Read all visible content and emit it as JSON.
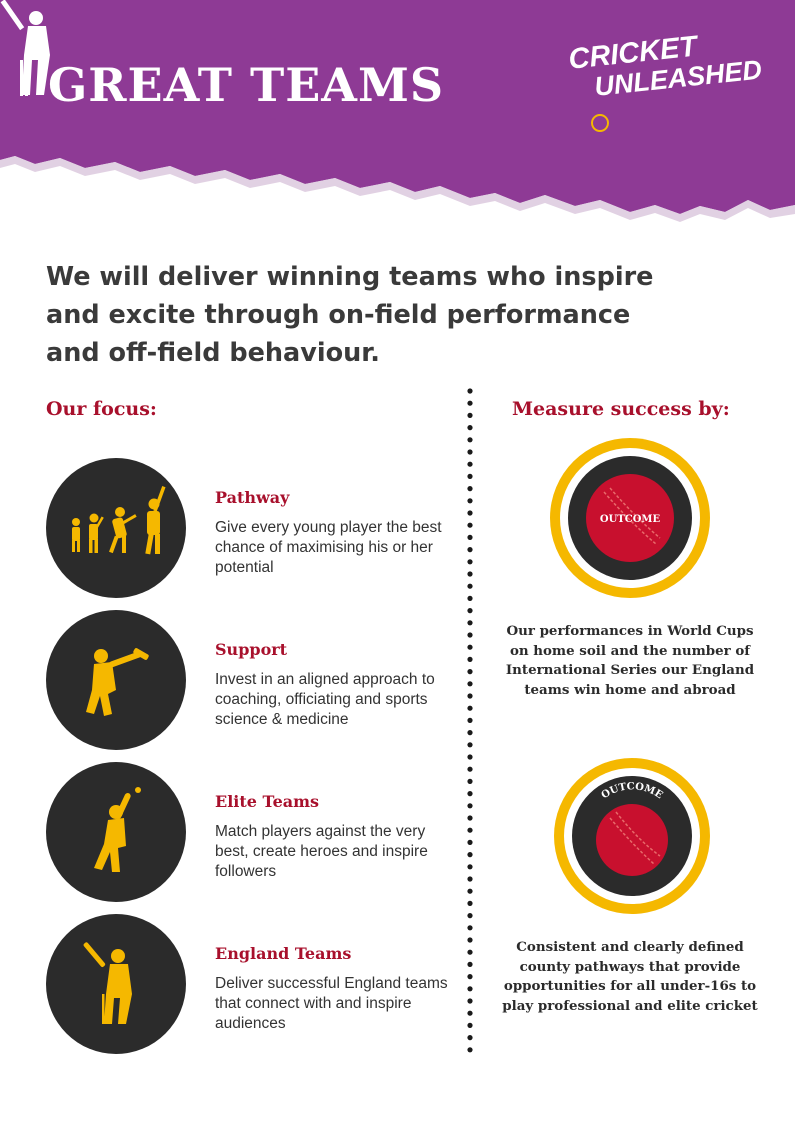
{
  "header": {
    "title": "GREAT TEAMS",
    "logo_line1": "CRICKET",
    "logo_line2": "UNLEASHED",
    "background_color": "#8e3a95"
  },
  "intro": "We will deliver winning teams who inspire and excite through on-field performance and off-field behaviour.",
  "focus": {
    "heading": "Our focus:",
    "items": [
      {
        "title": "Pathway",
        "description": "Give every young player the best chance of maximising his or her potential",
        "icon": "growing-players-icon"
      },
      {
        "title": "Support",
        "description": "Invest in an aligned approach to coaching, officiating and sports science & medicine",
        "icon": "batsman-swing-icon"
      },
      {
        "title": "Elite Teams",
        "description": "Match players against the very best, create heroes and inspire followers",
        "icon": "bowler-icon"
      },
      {
        "title": "England Teams",
        "description": "Deliver successful England teams that connect with and inspire audiences",
        "icon": "batsman-stumps-icon"
      }
    ]
  },
  "measure": {
    "heading": "Measure success by:",
    "outcomes": [
      {
        "label": "OUTCOME",
        "text": "Our performances in World Cups on home soil and the number of International Series our England teams win home and abroad"
      },
      {
        "label": "OUTCOME",
        "text": "Consistent and clearly defined county pathways that provide opportunities for all under-16s to play professional and elite cricket"
      }
    ]
  },
  "colors": {
    "accent_red": "#a8102c",
    "gold": "#f5b800",
    "dark": "#2b2b2b",
    "ball_red": "#c8102e"
  }
}
